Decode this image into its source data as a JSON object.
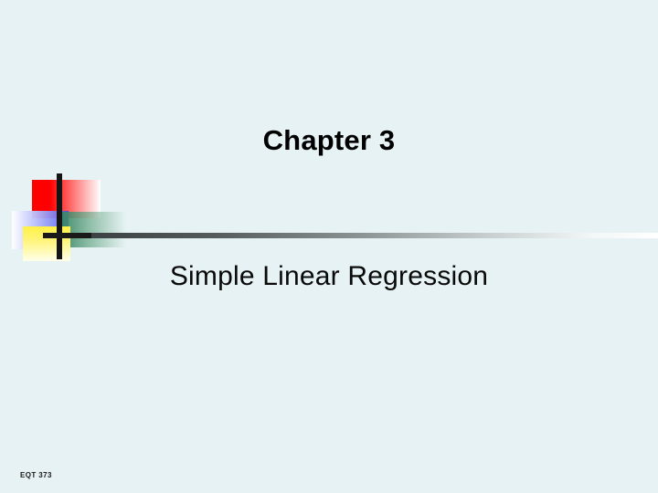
{
  "slide": {
    "background_color": "#e6f2f3",
    "title": "Chapter 3",
    "subtitle": "Simple Linear Regression",
    "footer": "EQT 373"
  },
  "decoration": {
    "name": "four-square-gradient-cluster",
    "squares": [
      {
        "name": "red-square",
        "color": "#ff0000"
      },
      {
        "name": "blue-square",
        "color": "#3c46e6"
      },
      {
        "name": "green-square",
        "color": "#30805c"
      },
      {
        "name": "yellow-square",
        "color": "#fff046"
      }
    ],
    "bars": [
      {
        "name": "vertical-bar",
        "color": "#141414"
      },
      {
        "name": "horizontal-bar-short",
        "color": "#1a1a1a"
      }
    ],
    "rule": {
      "name": "horizontal-gradient-rule",
      "from_color": "#3c4244",
      "to_color": "#ffffff"
    }
  }
}
